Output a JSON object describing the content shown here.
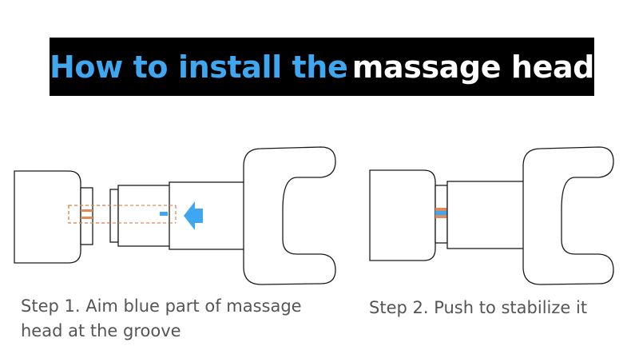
{
  "title": {
    "highlight": "How to install the",
    "rest": "massage head"
  },
  "colors": {
    "highlight_text": "#3fa6f0",
    "title_background": "#000000",
    "groove_marker": "#e08a5a",
    "head_marker": "#3fa6f0",
    "outline": "#1a1a1a"
  },
  "steps": [
    {
      "caption_line1": "Step 1. Aim blue part of massage",
      "caption_line2": "head at the groove",
      "icon": "push-arrow-icon"
    },
    {
      "caption_line1": "Step 2. Push to stabilize it"
    }
  ]
}
